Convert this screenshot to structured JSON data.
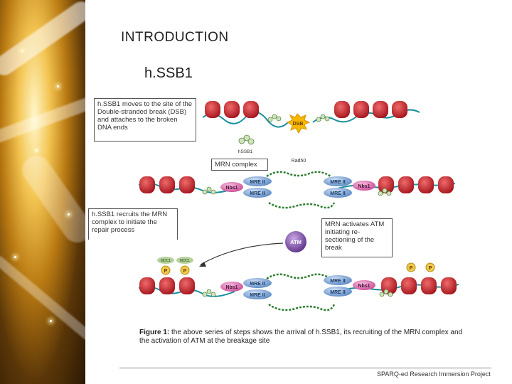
{
  "slide": {
    "title": "INTRODUCTION",
    "subtitle": "h.SSB1",
    "footer": "SPARQ-ed Research Immersion Project"
  },
  "diagram": {
    "callouts": {
      "step1": "h.SSB1 moves to the site of the Double-stranded break (DSB) and attaches to the broken DNA ends",
      "mrn_complex": "MRN complex",
      "step2": "h.SSB1 recruits the MRN complex to initiate the repair process",
      "step3": "MRN activates ATM initiating re-sectioning of the break"
    },
    "labels": {
      "dsb": "DSB",
      "hssb1": "hSSB1",
      "rad50": "Rad50",
      "mre11": "MRE II",
      "nbs1": "Nbs1",
      "atm": "ATM",
      "mdc1": "MDC1",
      "p": "P"
    },
    "caption_label": "Figure 1:",
    "caption_text": " the above series of steps shows the arrival of h.SSB1, its recruiting of the MRN complex and the activation of ATM at the breakage site"
  },
  "colors": {
    "histone": "#c8232c",
    "dna": "#1a8fa0",
    "mre11": "#7fa8d8",
    "nbs1": "#e07ab8",
    "rad50": "#2e7d32",
    "atm": "#7b4fa0",
    "phospho": "#f2c94c",
    "mdc1": "#b5d19a",
    "dsb": "#f5b700"
  }
}
